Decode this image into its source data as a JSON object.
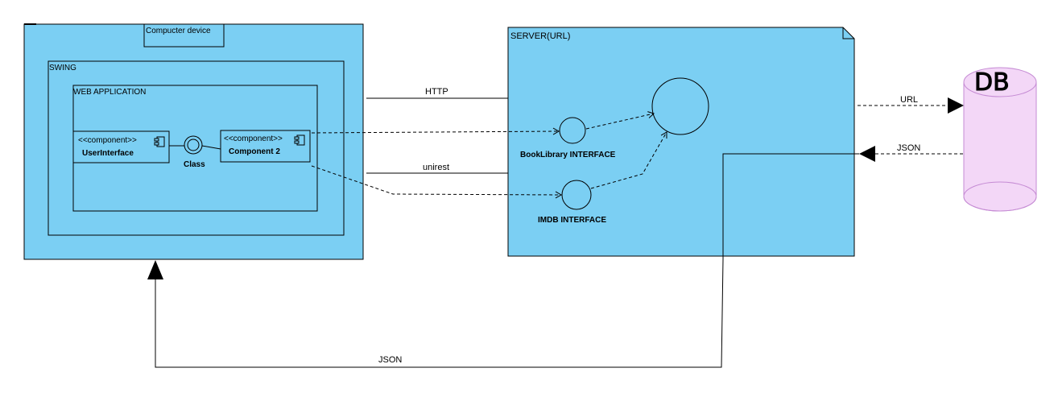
{
  "colors": {
    "fill": "#7BCFF3",
    "stroke": "#000000",
    "db_fill": "#F3D7F7",
    "db_stroke": "#C58BD4"
  },
  "device": {
    "title": "Compucter device",
    "swing_label": "SWING",
    "web_app_label": "WEB APPLICATION",
    "user_interface": {
      "stereotype": "<<component>>",
      "name": "UserInterface"
    },
    "component2": {
      "stereotype": "<<component>>",
      "name": "Component 2"
    },
    "class_label": "Class"
  },
  "server": {
    "title": "SERVER(URL)",
    "booklibrary_interface": "BookLibrary INTERFACE",
    "imdb_interface": "IMDB INTERFACE"
  },
  "database": {
    "label": "DB"
  },
  "connectors": {
    "http": "HTTP",
    "unirest": "unirest",
    "url": "URL",
    "json_db": "JSON",
    "json_return": "JSON"
  }
}
